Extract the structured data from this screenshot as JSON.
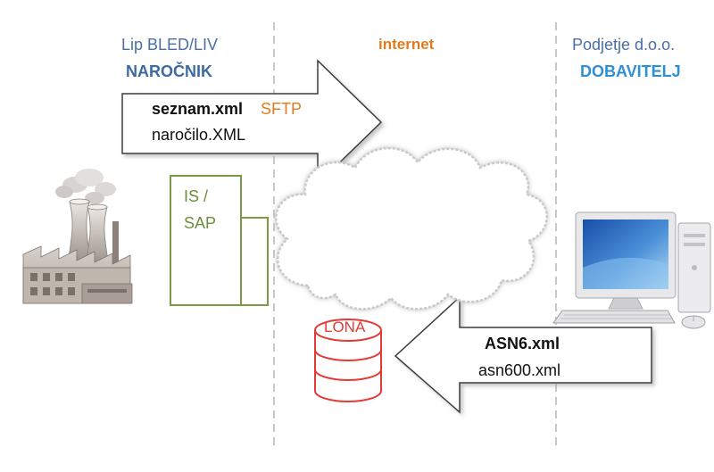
{
  "left_party": {
    "name": "Lip BLED/LIV",
    "role": "NAROČNIK"
  },
  "middle": {
    "label": "internet"
  },
  "right_party": {
    "name": "Podjetje d.o.o.",
    "role": "DOBAVITELJ"
  },
  "outbound_arrow": {
    "file_primary": "seznam.xml",
    "protocol": "SFTP",
    "file_secondary": "naročilo.XML"
  },
  "inbound_arrow": {
    "file_primary": "ASN6.xml",
    "file_secondary": "asn600.xml"
  },
  "system": {
    "line1": "IS /",
    "line2": "SAP"
  },
  "storage": {
    "label": "LONA"
  },
  "colors": {
    "accent_orange": "#e07b1e",
    "system_green": "#6b8e3a",
    "storage_red": "#e53935",
    "divider": "#c8c8c8"
  }
}
